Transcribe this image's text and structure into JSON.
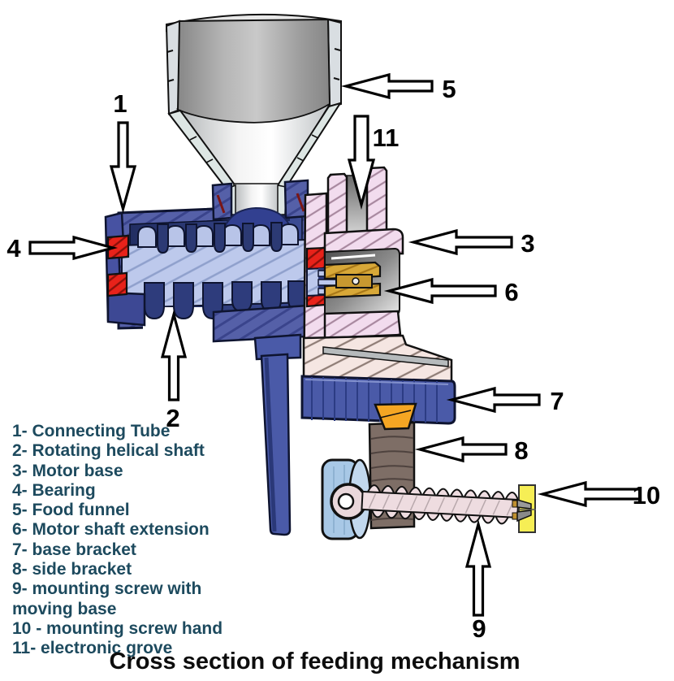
{
  "title": "Cross section of feeding mechanism",
  "legend": {
    "lines": [
      "1- Connecting Tube",
      "2- Rotating helical shaft",
      "3- Motor base",
      "4- Bearing",
      "5- Food funnel",
      "6- Motor shaft extension",
      "7- base bracket",
      "8- side bracket",
      "9- mounting screw with",
      "moving base",
      "10 - mounting screw hand",
      "11- electronic grove"
    ]
  },
  "callouts": [
    {
      "num": "1",
      "part": "Connecting Tube"
    },
    {
      "num": "2",
      "part": "Rotating helical shaft"
    },
    {
      "num": "3",
      "part": "Motor base"
    },
    {
      "num": "4",
      "part": "Bearing"
    },
    {
      "num": "5",
      "part": "Food funnel"
    },
    {
      "num": "6",
      "part": "Motor shaft extension"
    },
    {
      "num": "7",
      "part": "base bracket"
    },
    {
      "num": "8",
      "part": "side bracket"
    },
    {
      "num": "9",
      "part": "mounting screw with moving base"
    },
    {
      "num": "10",
      "part": "mounting screw hand"
    },
    {
      "num": "11",
      "part": "electronic grove"
    }
  ],
  "colors": {
    "tube_blue": "#5560a8",
    "cavity_navy": "#2c3a78",
    "shaft_light_blue": "#bdc9ec",
    "bearing_red": "#e8221a",
    "motor_base_pink": "#f2dcee",
    "shaft_extension_gold": "#d8a838",
    "bracket_blue": "#4a5aa8",
    "side_bracket_brown": "#7e6e66",
    "wedge_orange": "#f5a623",
    "moving_base_blue": "#a8c8e6",
    "screw_pink": "#eedce0",
    "handle_yellow": "#f6ee55",
    "legend_text": "#1d4a5e",
    "title_text": "#0d0d0d"
  }
}
